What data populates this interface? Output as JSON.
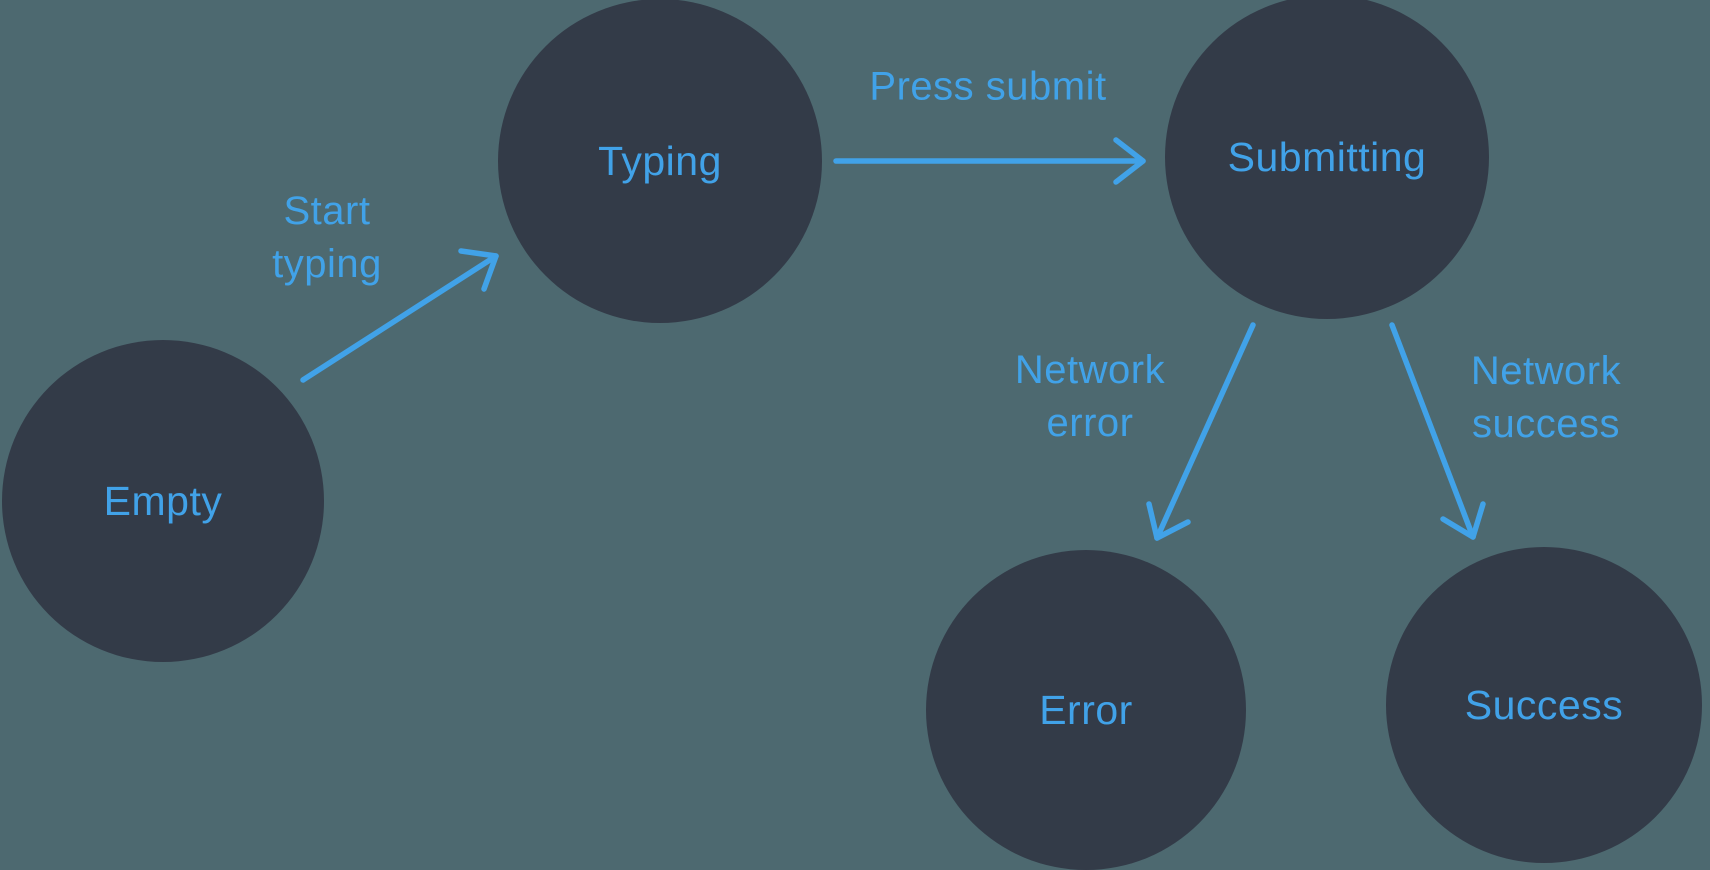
{
  "diagram": {
    "colors": {
      "background": "#4D6970",
      "node_fill": "#333B48",
      "accent_blue": "#41A2E8"
    },
    "nodes": [
      {
        "id": "empty",
        "label": "Empty"
      },
      {
        "id": "typing",
        "label": "Typing"
      },
      {
        "id": "submitting",
        "label": "Submitting"
      },
      {
        "id": "error",
        "label": "Error"
      },
      {
        "id": "success",
        "label": "Success"
      }
    ],
    "edges": [
      {
        "id": "start-typing",
        "from": "empty",
        "to": "typing",
        "label": "Start typing",
        "label_lines": [
          "Start",
          "typing"
        ]
      },
      {
        "id": "press-submit",
        "from": "typing",
        "to": "submitting",
        "label": "Press submit",
        "label_lines": [
          "Press submit"
        ]
      },
      {
        "id": "network-error",
        "from": "submitting",
        "to": "error",
        "label": "Network error",
        "label_lines": [
          "Network",
          "error"
        ]
      },
      {
        "id": "network-success",
        "from": "submitting",
        "to": "success",
        "label": "Network success",
        "label_lines": [
          "Network",
          "success"
        ]
      }
    ]
  }
}
